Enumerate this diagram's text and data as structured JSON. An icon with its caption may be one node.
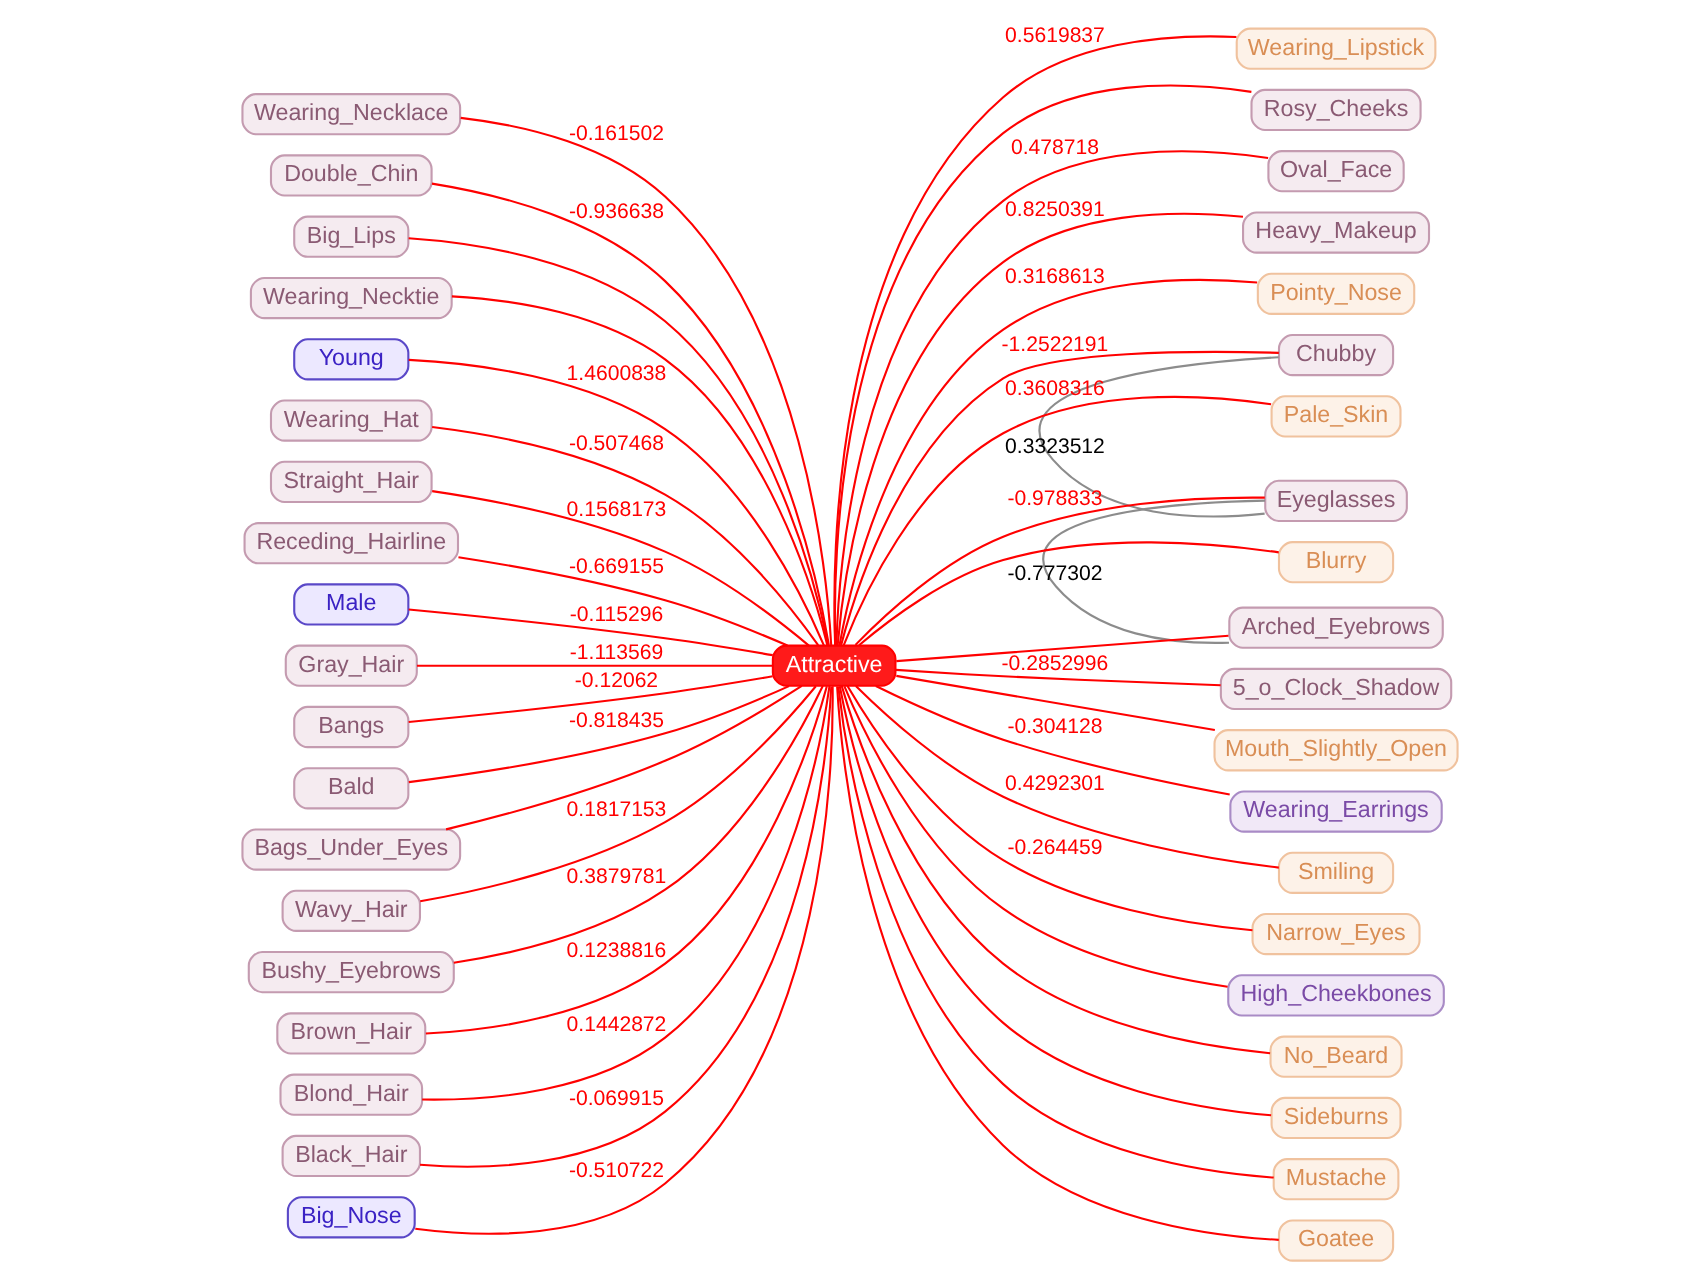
{
  "diagram": {
    "nodes": [
      {
        "text": [
          "Wearing_Necklace"
        ]
      },
      {
        "text": [
          "Wearing_Lipstick"
        ]
      },
      {
        "text": [
          "Rosy_Cheeks"
        ]
      },
      {
        "text": [
          "Oval_Face"
        ]
      },
      {
        "text": [
          "Heavy_Makeup"
        ]
      },
      {
        "text": [
          "Pointy_Nose"
        ]
      },
      {
        "text": [
          "Chubby"
        ]
      },
      {
        "text": [
          "Pale_Skin"
        ]
      },
      {
        "text": [
          "Eyeglasses"
        ]
      },
      {
        "text": [
          "Blurry"
        ]
      },
      {
        "text": [
          "Arched_Eyebrows"
        ]
      },
      {
        "text": [
          "5_o_Clock_Shadow"
        ]
      },
      {
        "text": [
          "Mouth_Slightly_Open"
        ]
      },
      {
        "text": [
          "Wearing_Earrings"
        ]
      },
      {
        "text": [
          "Smiling"
        ]
      },
      {
        "text": [
          "Narrow_Eyes"
        ]
      },
      {
        "text": [
          "High_Cheekbones"
        ]
      },
      {
        "text": [
          "No_Beard"
        ]
      },
      {
        "text": [
          "Sideburns"
        ]
      },
      {
        "text": [
          "Mustache"
        ]
      },
      {
        "text": [
          "Goatee"
        ]
      },
      {
        "text": [
          "Double_Chin"
        ]
      },
      {
        "text": [
          "Big_Lips"
        ]
      },
      {
        "text": [
          "Wearing_Necktie"
        ]
      },
      {
        "text": [
          "Young"
        ]
      },
      {
        "text": [
          "Wearing_Hat"
        ]
      },
      {
        "text": [
          "Straight_Hair"
        ]
      },
      {
        "text": [
          "Receding_Hairline"
        ]
      },
      {
        "text": [
          "Male"
        ]
      },
      {
        "text": [
          "Gray_Hair"
        ]
      },
      {
        "text": [
          "Bangs"
        ]
      },
      {
        "text": [
          "Bald"
        ]
      },
      {
        "text": [
          "Bags_Under_Eyes"
        ]
      },
      {
        "text": [
          "Wavy_Hair"
        ]
      },
      {
        "text": [
          "Bushy_Eyebrows"
        ]
      },
      {
        "text": [
          "Brown_Hair"
        ]
      },
      {
        "text": [
          "Blond_Hair"
        ]
      },
      {
        "text": [
          "Black_Hair"
        ]
      },
      {
        "text": [
          "Big_Nose"
        ]
      },
      {
        "text": [
          "Attractive"
        ]
      }
    ],
    "edges": [
      {
        "from": 0,
        "to": 39,
        "label": "-0.161502",
        "arrow": "none",
        "color": "#ff0000"
      },
      {
        "from": 39,
        "to": 1,
        "label": "0.5619837",
        "arrow": "none",
        "color": "#ff0000"
      },
      {
        "from": 39,
        "to": 2,
        "arrow": "none",
        "color": "#ff0000"
      },
      {
        "from": 39,
        "to": 3,
        "label": "0.478718",
        "arrow": "none",
        "color": "#ff0000"
      },
      {
        "from": 39,
        "to": 4,
        "label": "0.8250391",
        "arrow": "none",
        "color": "#ff0000"
      },
      {
        "from": 39,
        "to": 5,
        "label": "0.3168613",
        "arrow": "none",
        "color": "#ff0000"
      },
      {
        "from": 39,
        "to": 6,
        "label": "-1.2522191",
        "arrow": "none",
        "color": "#ff0000"
      },
      {
        "from": 39,
        "to": 7,
        "label": "0.3608316",
        "arrow": "none",
        "color": "#ff0000"
      },
      {
        "from": 39,
        "to": 8,
        "label": "-0.978833",
        "arrow": "none",
        "color": "#ff0000"
      },
      {
        "from": 39,
        "to": 9,
        "arrow": "none",
        "color": "#ff0000"
      },
      {
        "from": 39,
        "to": 10,
        "arrow": "none",
        "color": "#ff0000"
      },
      {
        "from": 39,
        "to": 11,
        "label": "-0.2852996",
        "arrow": "none",
        "color": "#ff0000"
      },
      {
        "from": 39,
        "to": 12,
        "arrow": "none",
        "color": "#ff0000"
      },
      {
        "from": 39,
        "to": 13,
        "label": "-0.304128",
        "arrow": "none",
        "color": "#ff0000"
      },
      {
        "from": 39,
        "to": 14,
        "label": "0.4292301",
        "arrow": "none",
        "color": "#ff0000"
      },
      {
        "from": 39,
        "to": 15,
        "label": "-0.264459",
        "arrow": "none",
        "color": "#ff0000"
      },
      {
        "from": 39,
        "to": 16,
        "arrow": "none",
        "color": "#ff0000"
      },
      {
        "from": 39,
        "to": 17,
        "arrow": "none",
        "color": "#ff0000"
      },
      {
        "from": 39,
        "to": 18,
        "arrow": "none",
        "color": "#ff0000"
      },
      {
        "from": 39,
        "to": 19,
        "arrow": "none",
        "color": "#ff0000"
      },
      {
        "from": 39,
        "to": 20,
        "arrow": "none",
        "color": "#ff0000"
      },
      {
        "from": 21,
        "to": 39,
        "label": "-0.936638",
        "arrow": "none",
        "color": "#ff0000"
      },
      {
        "from": 22,
        "to": 39,
        "arrow": "none",
        "color": "#ff0000"
      },
      {
        "from": 23,
        "to": 39,
        "arrow": "none",
        "color": "#ff0000"
      },
      {
        "from": 24,
        "to": 39,
        "label": "1.4600838",
        "arrow": "none",
        "color": "#ff0000"
      },
      {
        "from": 25,
        "to": 39,
        "label": "-0.507468",
        "arrow": "none",
        "color": "#ff0000"
      },
      {
        "from": 26,
        "to": 39,
        "label": "0.1568173",
        "arrow": "none",
        "color": "#ff0000"
      },
      {
        "from": 27,
        "to": 39,
        "label": "-0.669155",
        "arrow": "none",
        "color": "#ff0000"
      },
      {
        "from": 28,
        "to": 39,
        "label": "-0.115296",
        "arrow": "none",
        "color": "#ff0000"
      },
      {
        "from": 29,
        "to": 39,
        "label": "-1.113569",
        "arrow": "none",
        "color": "#ff0000"
      },
      {
        "from": 30,
        "to": 39,
        "label": "-0.12062",
        "arrow": "none",
        "color": "#ff0000"
      },
      {
        "from": 31,
        "to": 39,
        "label": "-0.818435",
        "arrow": "none",
        "color": "#ff0000"
      },
      {
        "from": 32,
        "to": 39,
        "arrow": "none",
        "color": "#ff0000"
      },
      {
        "from": 33,
        "to": 39,
        "label": "0.1817153",
        "arrow": "none",
        "color": "#ff0000"
      },
      {
        "from": 34,
        "to": 39,
        "label": "0.3879781",
        "arrow": "none",
        "color": "#ff0000"
      },
      {
        "from": 35,
        "to": 39,
        "label": "0.1238816",
        "arrow": "none",
        "color": "#ff0000"
      },
      {
        "from": 36,
        "to": 39,
        "label": "0.1442872",
        "arrow": "none",
        "color": "#ff0000"
      },
      {
        "from": 37,
        "to": 39,
        "label": "-0.069915",
        "arrow": "none",
        "color": "#ff0000"
      },
      {
        "from": 38,
        "to": 39,
        "label": "-0.510722",
        "arrow": "none",
        "color": "#ff0000"
      },
      {
        "from": 6,
        "to": 8,
        "label": "0.3323512",
        "arrow": "none",
        "color": "#8c8c8c"
      },
      {
        "from": 8,
        "to": 10,
        "label": "-0.777302",
        "arrow": "none",
        "color": "#8c8c8c"
      }
    ]
  }
}
